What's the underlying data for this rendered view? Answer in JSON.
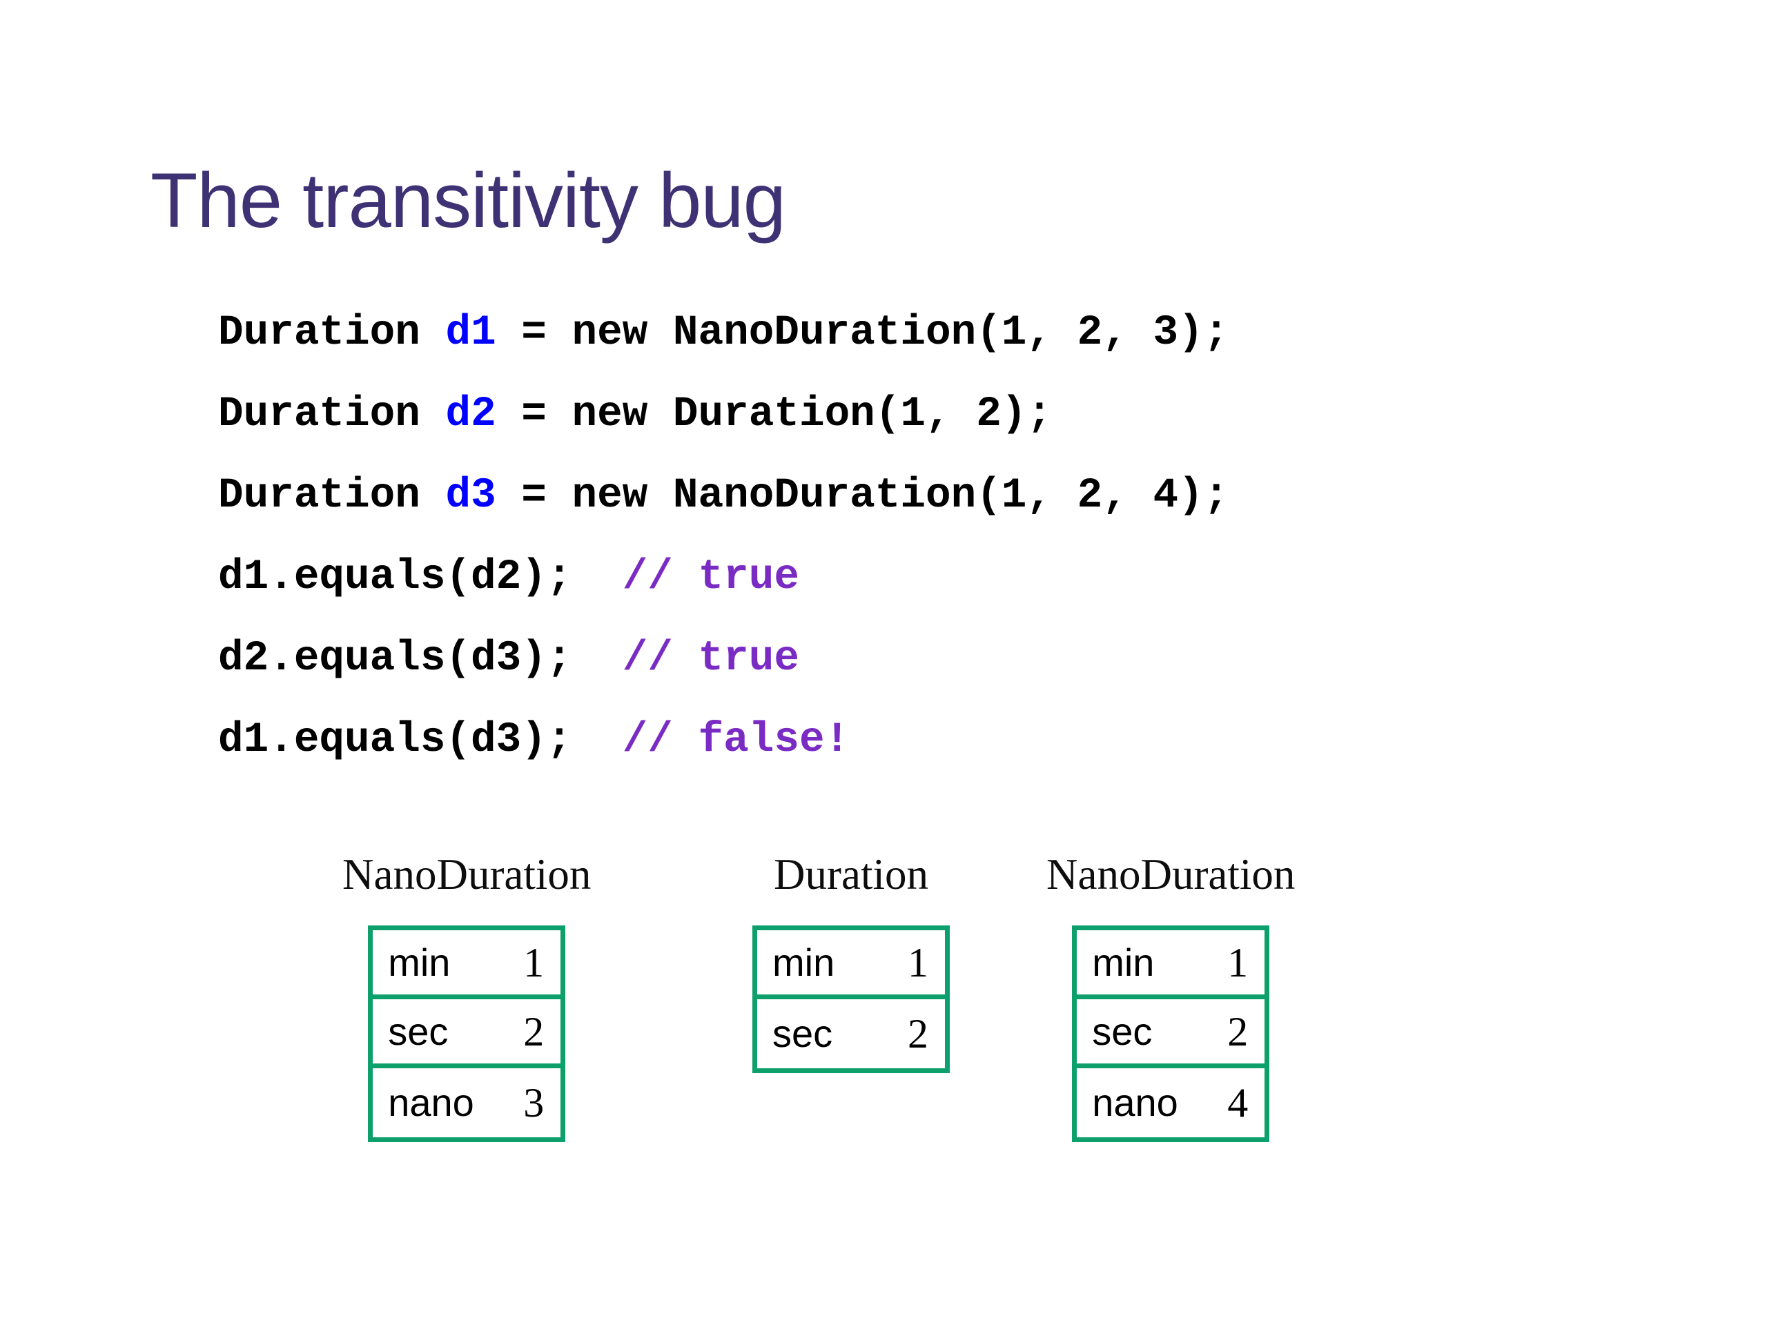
{
  "slide": {
    "title": "The transitivity bug",
    "title_color": "#3E3174"
  },
  "colors": {
    "title": "#3E3174",
    "code_default": "#000000",
    "code_variable": "#0000FF",
    "code_comment": "#7A2BC4",
    "box_border": "#0DA06C",
    "background": "#FFFFFF"
  },
  "code": {
    "lines": [
      {
        "id": "line-1",
        "segments": [
          {
            "text": "Duration ",
            "style": "plain"
          },
          {
            "text": "d1",
            "style": "var"
          },
          {
            "text": " = new NanoDuration(1, 2, 3);",
            "style": "plain"
          }
        ]
      },
      {
        "id": "line-2",
        "segments": [
          {
            "text": "Duration ",
            "style": "plain"
          },
          {
            "text": "d2",
            "style": "var"
          },
          {
            "text": " = new Duration(1, 2);",
            "style": "plain"
          }
        ]
      },
      {
        "id": "line-3",
        "segments": [
          {
            "text": "Duration ",
            "style": "plain"
          },
          {
            "text": "d3",
            "style": "var"
          },
          {
            "text": " = new NanoDuration(1, 2, 4);",
            "style": "plain"
          }
        ]
      },
      {
        "id": "line-4",
        "segments": [
          {
            "text": "d1.equals(d2);  ",
            "style": "plain"
          },
          {
            "text": "// true",
            "style": "comment"
          }
        ]
      },
      {
        "id": "line-5",
        "segments": [
          {
            "text": "d2.equals(d3);  ",
            "style": "plain"
          },
          {
            "text": "// true",
            "style": "comment"
          }
        ]
      },
      {
        "id": "line-6",
        "segments": [
          {
            "text": "d1.equals(d3);  ",
            "style": "plain"
          },
          {
            "text": "// false!",
            "style": "comment"
          }
        ]
      }
    ]
  },
  "objects": [
    {
      "id": "object-d1",
      "title": "NanoDuration",
      "fields": [
        {
          "name": "min",
          "value": "1"
        },
        {
          "name": "sec",
          "value": "2"
        },
        {
          "name": "nano",
          "value": "3"
        }
      ]
    },
    {
      "id": "object-d2",
      "title": "Duration",
      "fields": [
        {
          "name": "min",
          "value": "1"
        },
        {
          "name": "sec",
          "value": "2"
        }
      ]
    },
    {
      "id": "object-d3",
      "title": "NanoDuration",
      "fields": [
        {
          "name": "min",
          "value": "1"
        },
        {
          "name": "sec",
          "value": "2"
        },
        {
          "name": "nano",
          "value": "4"
        }
      ]
    }
  ]
}
